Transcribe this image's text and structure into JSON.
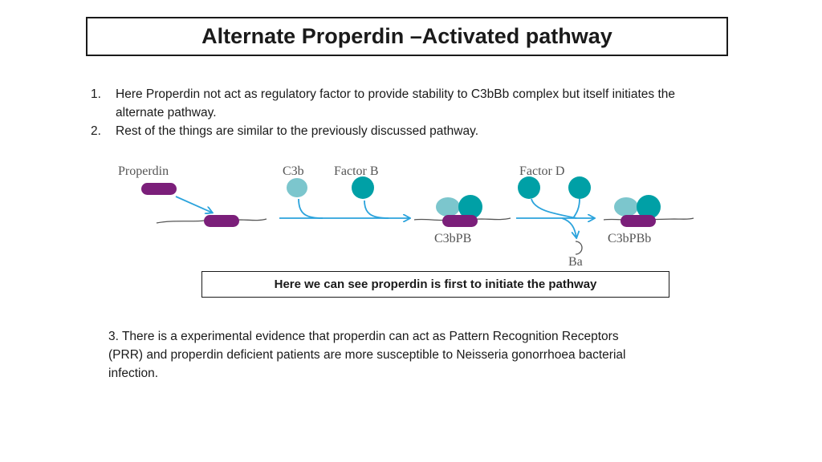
{
  "title": "Alternate Properdin –Activated pathway",
  "points": [
    {
      "num": "1.",
      "text": "Here Properdin not act as regulatory factor to provide stability to C3bBb complex but itself initiates the alternate pathway."
    },
    {
      "num": "2.",
      "text": "Rest of the things are similar to the previously discussed  pathway."
    }
  ],
  "diagram": {
    "labels": {
      "properdin": "Properdin",
      "c3b": "C3b",
      "factor_b": "Factor B",
      "factor_d": "Factor D",
      "c3bpb": "C3bPB",
      "ba": "Ba",
      "c3bpbb": "C3bPBb"
    },
    "colors": {
      "properdin": "#7b1f7a",
      "c3b": "#7cc6cd",
      "factor": "#00a0a6",
      "arrow": "#2ba3dc",
      "membrane": "#555555"
    }
  },
  "caption": "Here we can see properdin is first to initiate the pathway",
  "paragraph": "3. There is a experimental evidence that properdin can act as Pattern Recognition Receptors (PRR) and properdin deficient patients are more susceptible to Neisseria gonorrhoea bacterial infection."
}
